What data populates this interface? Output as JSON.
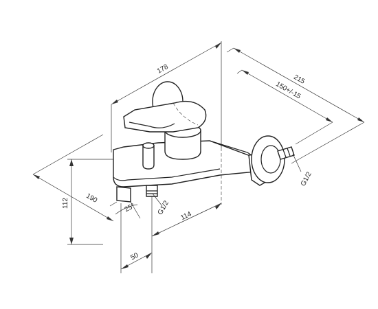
{
  "dimensions": {
    "d178": "178",
    "d215": "215",
    "d150": "150+/-15",
    "d112": "112",
    "d190": "190",
    "d25": "25°",
    "d114": "114",
    "d50": "50",
    "g1": "G1/2",
    "g2": "G1/2"
  }
}
